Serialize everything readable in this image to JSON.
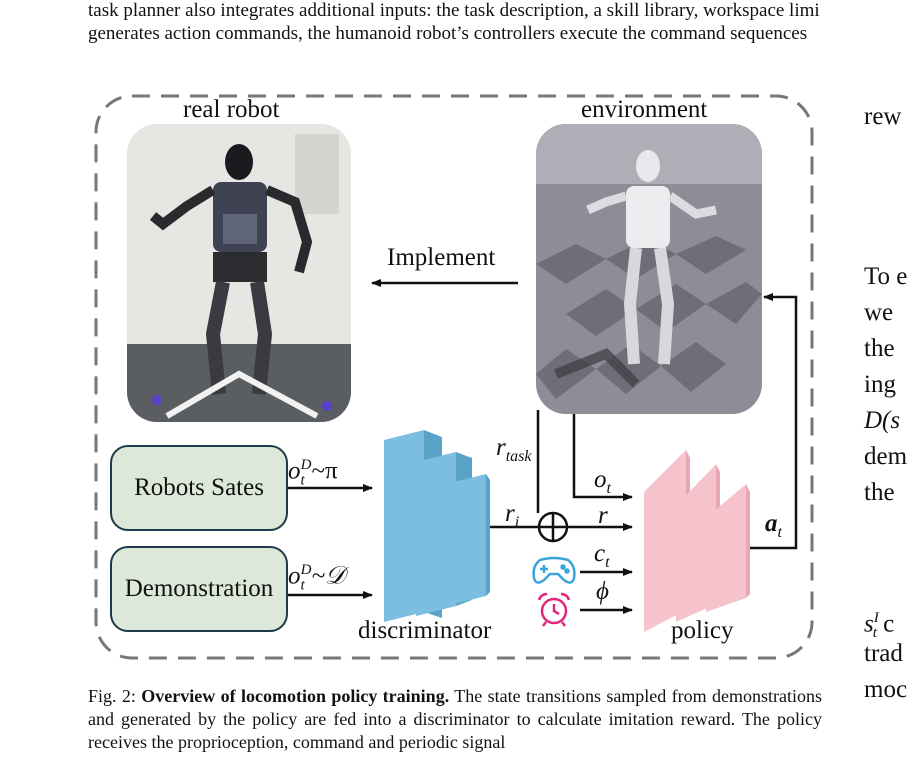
{
  "top_text": [
    "task planner also integrates additional inputs: the task description, a skill library, workspace limi",
    "generates action commands, the humanoid robot’s controllers execute the command sequences"
  ],
  "figure": {
    "real_robot_label": "real robot",
    "environment_label": "environment",
    "implement_label": "Implement",
    "robots_states_label": "Robots Sates",
    "demonstration_label": "Demonstration",
    "discriminator_label": "discriminator",
    "policy_label": "policy",
    "o_pi": "o",
    "o_pi_sup": "D",
    "o_pi_tail": "~π",
    "o_D": "o",
    "o_D_sup": "D",
    "o_D_tail": "~𝒟",
    "r_task": "r",
    "r_task_sub": "task",
    "r_i": "r",
    "r_i_sub": "i",
    "o_t": "o",
    "o_t_sub": "t",
    "r": "r",
    "c_t": "c",
    "c_t_sub": "t",
    "phi": "ϕ",
    "a_t": "a",
    "a_t_sub": "t",
    "sub_t": "t",
    "colors": {
      "discriminator": "#7bbedf",
      "policy": "#f6c3cc",
      "box": "#dce9d8",
      "icon": "#3aa3dc",
      "alarm": "#e0287a"
    }
  },
  "caption": {
    "label": "Fig. 2:",
    "title": "Overview of locomotion policy training.",
    "body": "The state transitions sampled from demonstrations and generated by the policy are fed into a discriminator to calculate imitation reward. The policy receives the proprioception, command and periodic signal"
  },
  "right_column": {
    "line1": "rew",
    "line2": "To e",
    "line3": "we",
    "line4": "the",
    "line5": "ing",
    "line6": "D(s",
    "line7": "dem",
    "line8": "the",
    "line9a": "s",
    "line9b": "I",
    "line9c": "t",
    "line9d": "c",
    "line10": "trad",
    "line11": "moc"
  }
}
